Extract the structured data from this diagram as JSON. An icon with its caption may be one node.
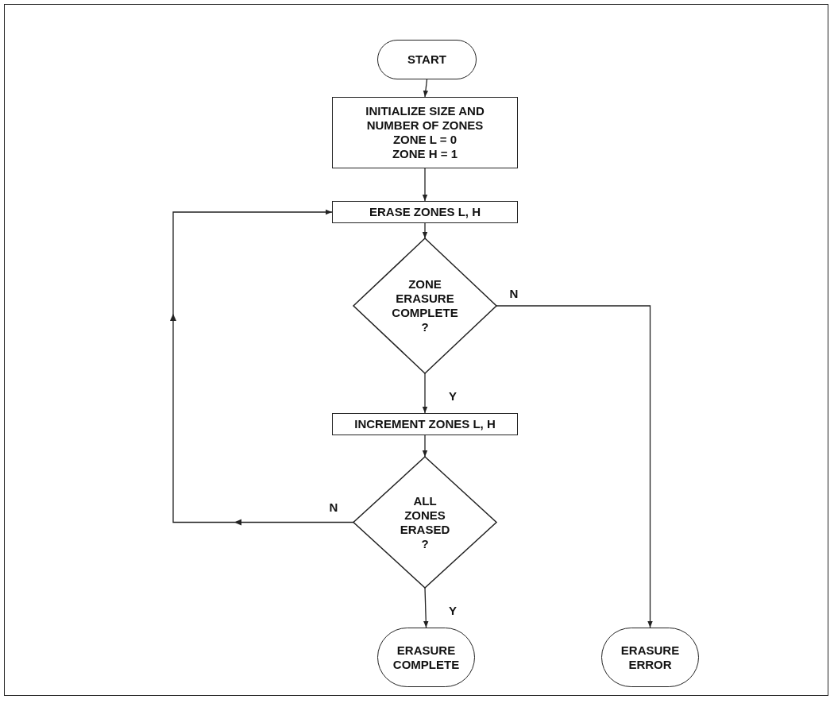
{
  "diagram": {
    "nodes": [
      {
        "text": [
          "START"
        ]
      },
      {
        "text": [
          "INITIALIZE SIZE AND NUMBER OF ZONES",
          "ZONE L = 0",
          "ZONE H = 1"
        ]
      },
      {
        "text": [
          "ERASE ZONES L, H"
        ]
      },
      {
        "text": [
          "ZONE ERASURE COMPLETE ?"
        ]
      },
      {
        "text": [
          "INCREMENT ZONES L, H"
        ]
      },
      {
        "text": [
          "ALL ZONES ERASED ?"
        ]
      },
      {
        "text": [
          "ERASURE COMPLETE"
        ]
      },
      {
        "text": [
          "ERASURE ERROR"
        ]
      }
    ],
    "edges": [
      {
        "from": 0,
        "to": 1,
        "arrow": "to"
      },
      {
        "from": 1,
        "to": 2,
        "arrow": "to"
      },
      {
        "from": 2,
        "to": 3,
        "arrow": "to"
      },
      {
        "from": 3,
        "to": 4,
        "arrow": "to",
        "label": "Y"
      },
      {
        "from": 4,
        "to": 5,
        "arrow": "to"
      },
      {
        "from": 5,
        "to": 2,
        "arrow": "to",
        "label": "N"
      },
      {
        "from": 5,
        "to": 6,
        "arrow": "to",
        "label": "Y"
      },
      {
        "from": 3,
        "to": 7,
        "arrow": "to",
        "label": "N"
      }
    ]
  }
}
